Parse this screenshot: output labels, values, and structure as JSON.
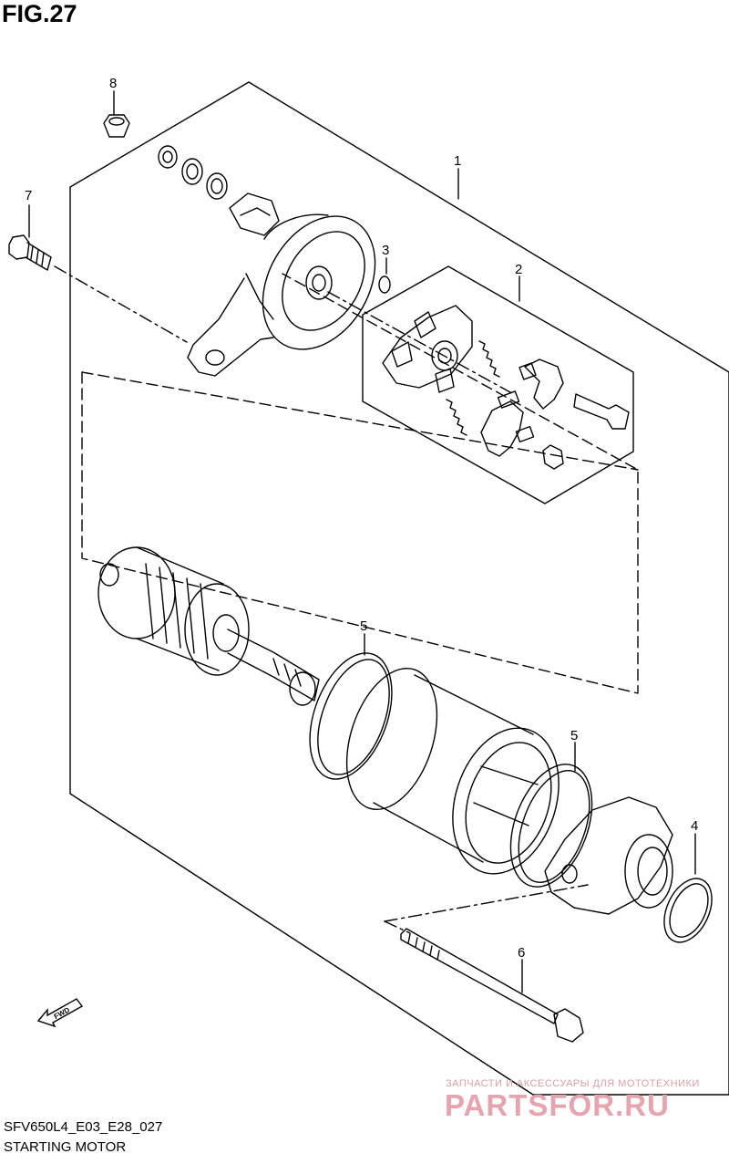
{
  "figure": {
    "title": "FIG.27",
    "code": "SFV650L4_E03_E28_027",
    "caption": "STARTING MOTOR"
  },
  "callouts": {
    "p1": "1",
    "p2": "2",
    "p3": "3",
    "p4": "4",
    "p5a": "5",
    "p5b": "5",
    "p6": "6",
    "p7": "7",
    "p8": "8"
  },
  "direction_marker": "FWD",
  "watermark": {
    "subtitle": "ЗАПЧАСТИ И АКСЕССУАРЫ ДЛЯ МОТОТЕХНИКИ",
    "logo": "PARTSFOR.RU",
    "color": "#e8a4ae"
  }
}
